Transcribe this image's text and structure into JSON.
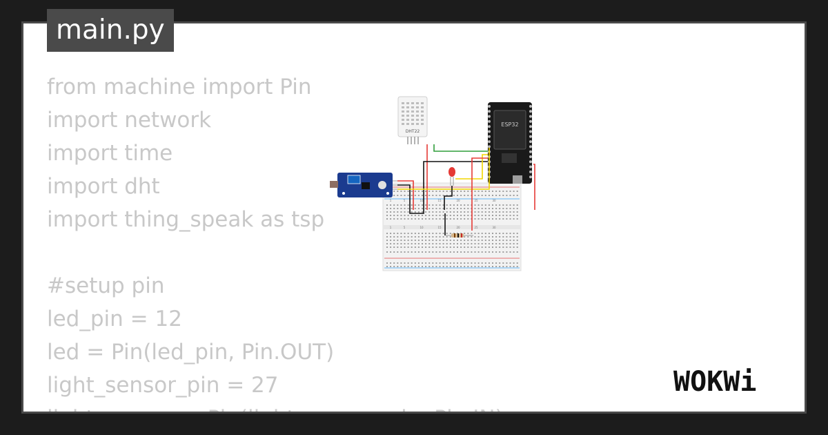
{
  "tab": {
    "filename": "main.py"
  },
  "code_lines": [
    "from machine import Pin",
    "import network",
    "import time",
    "import dht",
    "import thing_speak as tsp",
    "",
    "#setup pin",
    "led_pin = 12",
    "led = Pin(led_pin, Pin.OUT)",
    "light_sensor_pin = 27",
    "light_sensor = Pin(light_sensor_pin, Pin.IN)"
  ],
  "circuit": {
    "dht_label": "DHT22",
    "esp_label": "ESP32",
    "breadboard_numbers": [
      "1",
      "5",
      "10",
      "15",
      "20",
      "25",
      "30"
    ]
  },
  "brand": {
    "logo_text": "WOKWi"
  },
  "colors": {
    "background": "#1c1c1c",
    "panel": "#ffffff",
    "tab": "#4a4a4a",
    "code_text": "#c8c8c8",
    "wire_red": "#e53935",
    "wire_yellow": "#f2d600",
    "wire_green": "#2e9d3a",
    "wire_black": "#111111",
    "sensor_board": "#1b3b8f"
  }
}
